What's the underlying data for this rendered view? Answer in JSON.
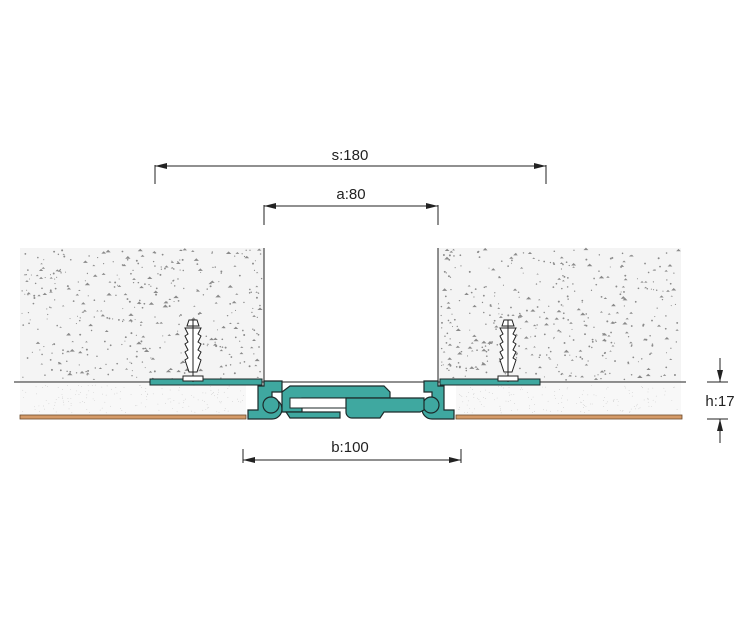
{
  "dimensions": {
    "s": "s:180",
    "a": "a:80",
    "b": "b:100",
    "h": "h:17"
  },
  "colors": {
    "profile": "#3fa8a0",
    "profile_stroke": "#1c2a2a",
    "screed": "#f4f4f4",
    "adhesive": "#f8f8f8",
    "base_strip": "#d49a68",
    "line": "#222222",
    "speckle": "#8a8a8a"
  }
}
